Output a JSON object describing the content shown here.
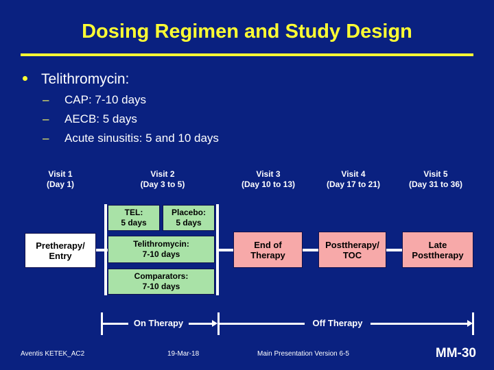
{
  "slide": {
    "title": "Dosing Regimen and Study Design",
    "accent_color": "#ffff33",
    "background_color": "#0a2180"
  },
  "bullets": {
    "level1": "Telithromycin:",
    "dash_glyph": "–",
    "level2": [
      "CAP: 7-10 days",
      "AECB: 5 days",
      "Acute sinusitis: 5 and 10 days"
    ]
  },
  "visits": [
    {
      "name": "Visit 1",
      "day": "(Day 1)"
    },
    {
      "name": "Visit 2",
      "day": "(Day 3 to 5)"
    },
    {
      "name": "Visit 3",
      "day": "(Day 10 to 13)"
    },
    {
      "name": "Visit 4",
      "day": "(Day 17 to 21)"
    },
    {
      "name": "Visit 5",
      "day": "(Day 31 to 36)"
    }
  ],
  "diagram": {
    "entry_box": {
      "line1": "Pretherapy/",
      "line2": "Entry",
      "color": "#ffffff"
    },
    "treatment_boxes": [
      {
        "line1": "TEL:",
        "line2": "5 days",
        "color": "#a9e2a7"
      },
      {
        "line1": "Placebo:",
        "line2": "5 days",
        "color": "#a9e2a7"
      },
      {
        "line1": "Telithromycin:",
        "line2": "7-10 days",
        "color": "#a9e2a7"
      },
      {
        "line1": "Comparators:",
        "line2": "7-10 days",
        "color": "#a9e2a7"
      }
    ],
    "followup_boxes": [
      {
        "line1": "End of",
        "line2": "Therapy",
        "color": "#f7a9a9"
      },
      {
        "line1": "Posttherapy/",
        "line2": "TOC",
        "color": "#f7a9a9"
      },
      {
        "line1": "Late",
        "line2": "Posttherapy",
        "color": "#f7a9a9"
      }
    ],
    "axis": {
      "on_therapy": "On Therapy",
      "off_therapy": "Off Therapy"
    }
  },
  "footer": {
    "left": "Aventis KETEK_AC2",
    "date": "19-Mar-18",
    "center": "Main Presentation Version 6-5",
    "page": "MM-30"
  }
}
